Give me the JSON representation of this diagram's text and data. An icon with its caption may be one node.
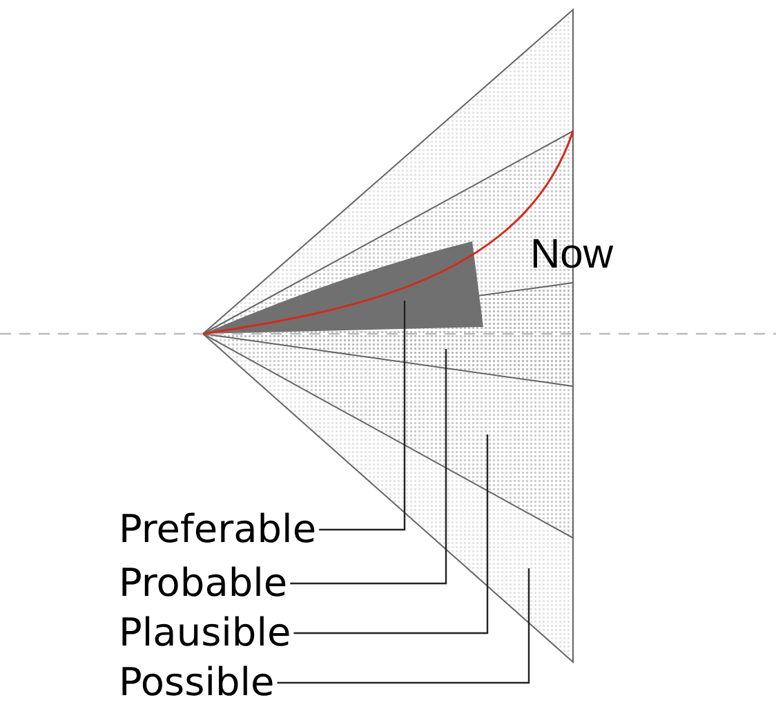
{
  "diagram": {
    "nodes": [
      {
        "text": [],
        "shape": "triangle"
      },
      {
        "text": [],
        "shape": "triangle",
        "in": 0
      },
      {
        "text": [],
        "shape": "triangle",
        "in": 1
      },
      {
        "text": [],
        "shape": "triangle",
        "in": 1
      },
      {
        "text": [
          "Preferable"
        ]
      },
      {
        "text": [
          "Probable"
        ]
      },
      {
        "text": [
          "Plausible"
        ]
      },
      {
        "text": [
          "Possible"
        ]
      }
    ],
    "edges": [
      {
        "from": 4,
        "to": 3,
        "arrow": "none"
      },
      {
        "from": 5,
        "to": 2,
        "arrow": "none"
      },
      {
        "from": 6,
        "to": 1,
        "arrow": "none"
      },
      {
        "from": 7,
        "to": 0,
        "arrow": "none"
      }
    ],
    "labels": [
      "Now"
    ]
  }
}
